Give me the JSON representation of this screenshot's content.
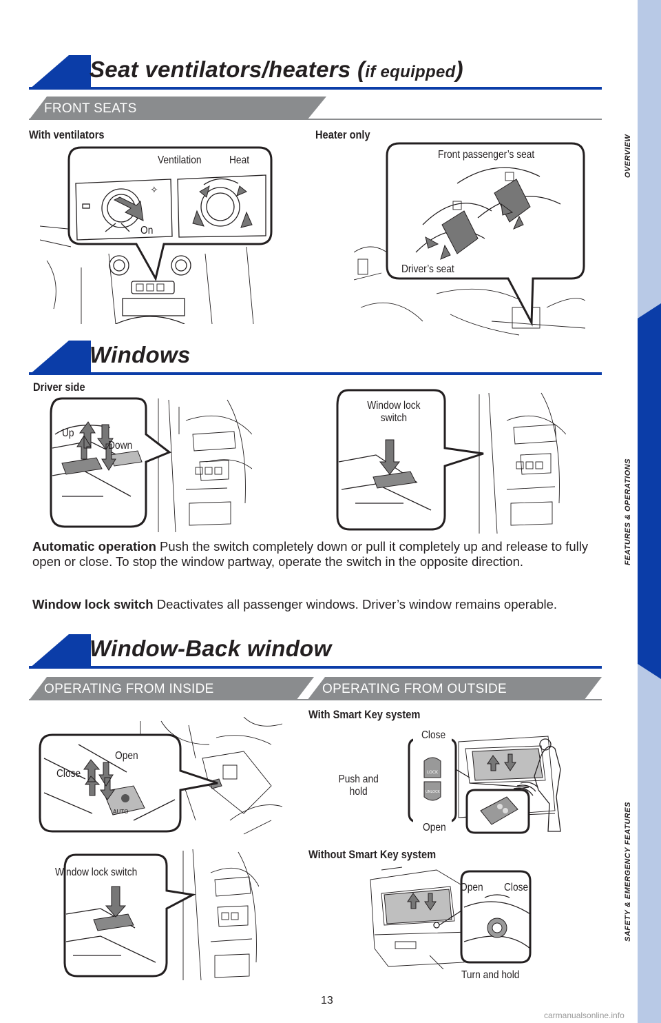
{
  "sidebar": {
    "overview": "OVERVIEW",
    "features": "FEATURES & OPERATIONS",
    "safety": "SAFETY & EMERGENCY FEATURES"
  },
  "seat": {
    "title_main": "Seat ventilators/heaters (",
    "title_small": "if equipped",
    "title_end": ")",
    "banner": "FRONT SEATS",
    "with_ventilators": "With ventilators",
    "heater_only": "Heater only",
    "ventilation": "Ventilation",
    "heat": "Heat",
    "on": "On",
    "front_passenger": "Front passenger’s seat",
    "drivers_seat": "Driver’s seat"
  },
  "windows": {
    "title": "Windows",
    "driver_side": "Driver side",
    "up": "Up",
    "down": "Down",
    "window_lock_switch_line1": "Window lock",
    "window_lock_switch_line2": "switch",
    "auto_bold": "Automatic operation",
    "auto_text": " Push the switch completely down or pull it completely up and release to fully open or close. To stop the window partway, operate the switch in the opposite direction.",
    "lock_bold": "Window lock switch",
    "lock_text": " Deactivates all passenger windows. Driver’s window remains operable."
  },
  "back": {
    "title": "Window-Back window",
    "banner_inside": "OPERATING FROM INSIDE",
    "banner_outside": "OPERATING FROM OUTSIDE",
    "open": "Open",
    "close": "Close",
    "window_lock_switch": "Window lock switch",
    "with_smart_key": "With Smart Key system",
    "push_and": "Push and",
    "hold": "hold",
    "without_smart_key": "Without Smart Key system",
    "turn_and_hold": "Turn and hold",
    "auto_key": "AUTO",
    "lock_key": "LOCK",
    "unlock_key": "UNLOCK"
  },
  "page_number": "13",
  "watermark": "carmanualsonline.info",
  "colors": {
    "accent": "#0b3da8",
    "sidebar": "#b8c9e6",
    "banner": "#8a8c8e"
  }
}
